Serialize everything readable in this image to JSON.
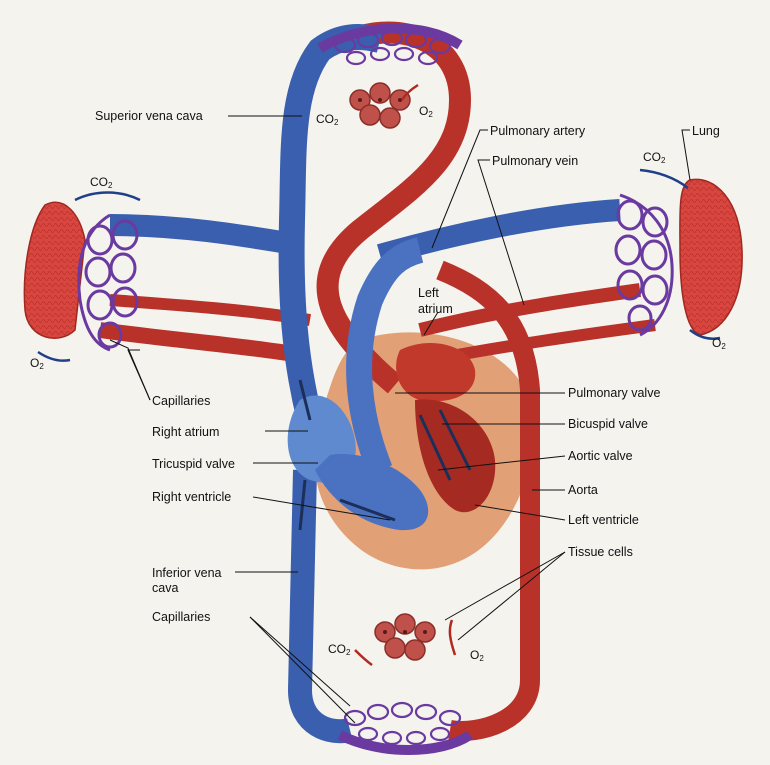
{
  "labels": {
    "superior_vena_cava": "Superior vena cava",
    "pulmonary_artery": "Pulmonary artery",
    "pulmonary_vein": "Pulmonary vein",
    "lung": "Lung",
    "left_atrium_1": "Left",
    "left_atrium_2": "atrium",
    "capillaries_lung": "Capillaries",
    "right_atrium": "Right atrium",
    "tricuspid_valve": "Tricuspid valve",
    "right_ventricle": "Right ventricle",
    "pulmonary_valve": "Pulmonary valve",
    "bicuspid_valve": "Bicuspid valve",
    "aortic_valve": "Aortic valve",
    "aorta": "Aorta",
    "left_ventricle": "Left ventricle",
    "tissue_cells": "Tissue cells",
    "inferior_vena_cava_1": "Inferior vena",
    "inferior_vena_cava_2": "cava",
    "capillaries_body": "Capillaries"
  },
  "gases": {
    "co2_base": "CO",
    "co2_sub": "2",
    "o2_base": "O",
    "o2_sub": "2"
  },
  "colors": {
    "deoxygenated": "#3a5fae",
    "oxygenated": "#b8322a",
    "capillary": "#6a3aa0",
    "lung_tissue": "#d9463f",
    "heart_muscle": "#e2a076"
  }
}
